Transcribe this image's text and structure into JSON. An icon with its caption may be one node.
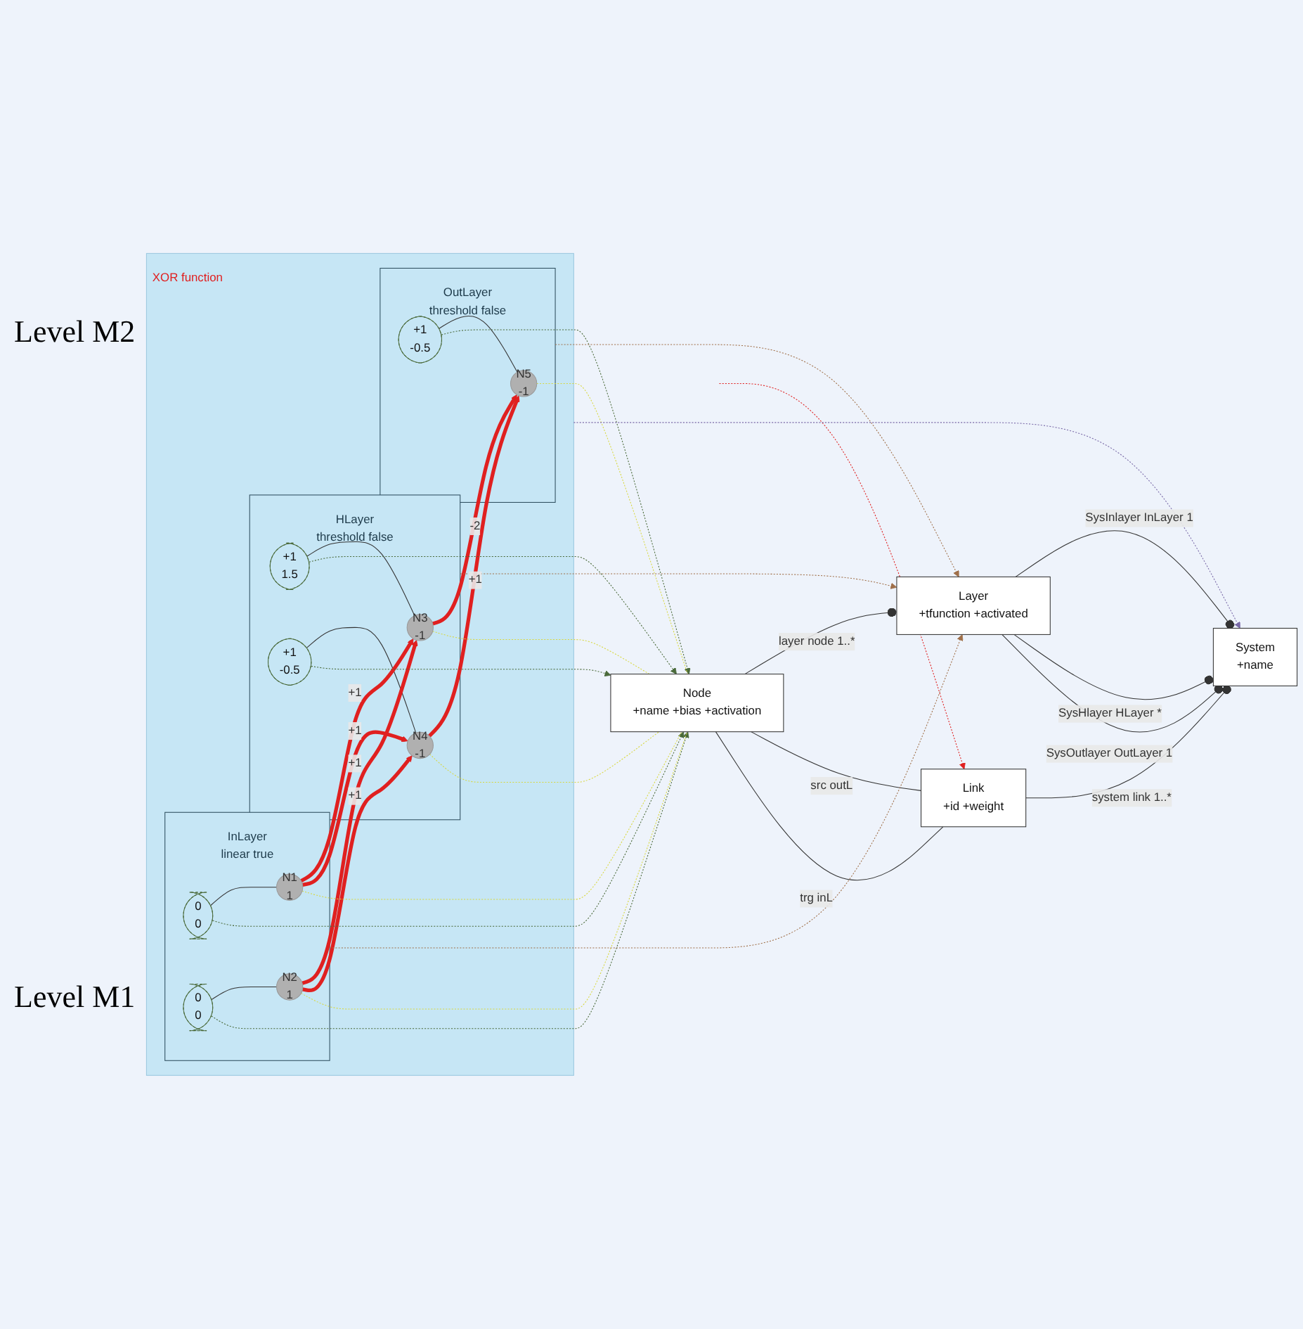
{
  "diagram": {
    "nodes": [
      {
        "text": [
          "System",
          "+name"
        ]
      },
      {
        "text": [
          "Layer",
          "+tfunction +activated"
        ]
      },
      {
        "text": [
          "Node",
          "+name +bias +activation"
        ]
      },
      {
        "text": [
          "Link",
          "+id +weight"
        ]
      },
      {
        "text": [
          "XOR function"
        ]
      },
      {
        "text": [
          "InLayer",
          "linear true"
        ],
        "in": 4
      },
      {
        "text": [
          "0",
          "0"
        ],
        "in": 5
      },
      {
        "text": [
          "N1",
          "1"
        ],
        "in": 5
      },
      {
        "text": [
          "0",
          "0"
        ],
        "in": 5
      },
      {
        "text": [
          "N2",
          "1"
        ],
        "in": 5
      },
      {
        "text": [
          "HLayer",
          "threshold false"
        ],
        "in": 4
      },
      {
        "text": [
          "+1",
          "1.5"
        ],
        "in": 10
      },
      {
        "text": [
          "N3",
          "-1"
        ],
        "in": 10
      },
      {
        "text": [
          "+1",
          "-0.5"
        ],
        "in": 10
      },
      {
        "text": [
          "N4",
          "-1"
        ],
        "in": 10
      },
      {
        "text": [
          "OutLayer",
          "threshold false"
        ],
        "in": 4
      },
      {
        "text": [
          "+1",
          "-0.5"
        ],
        "in": 15
      },
      {
        "text": [
          "N5",
          "-1"
        ],
        "in": 15
      }
    ],
    "edges": [
      {
        "from": 1,
        "to": 0,
        "arrow": "other",
        "label": "SysInlayer InLayer 1"
      },
      {
        "from": 1,
        "to": 0,
        "arrow": "other",
        "label": "SysHlayer HLayer *"
      },
      {
        "from": 1,
        "to": 0,
        "arrow": "other",
        "label": "SysOutlayer OutLayer 1"
      },
      {
        "from": 2,
        "to": 1,
        "arrow": "other",
        "label": "layer node 1..*"
      },
      {
        "from": 2,
        "to": 3,
        "arrow": "none",
        "label": "src outL"
      },
      {
        "from": 2,
        "to": 3,
        "arrow": "none",
        "label": "trg inL"
      },
      {
        "from": 3,
        "to": 0,
        "arrow": "other",
        "label": "system link 1..*"
      },
      {
        "from": 5,
        "to": 1,
        "arrow": "to",
        "style": "dashed",
        "color": "#a0704a"
      },
      {
        "from": 10,
        "to": 1,
        "arrow": "to",
        "style": "dashed",
        "color": "#a0704a"
      },
      {
        "from": 15,
        "to": 1,
        "arrow": "to",
        "style": "dashed",
        "color": "#a0704a"
      },
      {
        "from": 4,
        "to": 0,
        "arrow": "to",
        "style": "dashed",
        "color": "#7a6aa8"
      },
      {
        "from": null,
        "to": 3,
        "arrow": "to",
        "style": "dashed",
        "color": "#e02020"
      },
      {
        "from": 6,
        "to": 7,
        "arrow": "none"
      },
      {
        "from": 8,
        "to": 9,
        "arrow": "none"
      },
      {
        "from": 11,
        "to": 12,
        "arrow": "none"
      },
      {
        "from": 13,
        "to": 14,
        "arrow": "none"
      },
      {
        "from": 16,
        "to": 17,
        "arrow": "none"
      },
      {
        "from": 7,
        "to": 12,
        "arrow": "to",
        "label": "+1",
        "style": "thick",
        "color": "#e02020"
      },
      {
        "from": 7,
        "to": 14,
        "arrow": "to",
        "label": "+1",
        "style": "thick",
        "color": "#e02020"
      },
      {
        "from": 9,
        "to": 12,
        "arrow": "to",
        "label": "+1",
        "style": "thick",
        "color": "#e02020"
      },
      {
        "from": 9,
        "to": 14,
        "arrow": "to",
        "label": "+1",
        "style": "thick",
        "color": "#e02020"
      },
      {
        "from": 12,
        "to": 17,
        "arrow": "to",
        "label": "-2",
        "style": "thick",
        "color": "#e02020"
      },
      {
        "from": 14,
        "to": 17,
        "arrow": "to",
        "label": "+1",
        "style": "thick",
        "color": "#e02020"
      },
      {
        "from": 6,
        "to": 2,
        "arrow": "to",
        "style": "dashed",
        "color": "#4a6a3a"
      },
      {
        "from": 8,
        "to": 2,
        "arrow": "to",
        "style": "dashed",
        "color": "#4a6a3a"
      },
      {
        "from": 11,
        "to": 2,
        "arrow": "to",
        "style": "dashed",
        "color": "#4a6a3a"
      },
      {
        "from": 13,
        "to": 2,
        "arrow": "to",
        "style": "dashed",
        "color": "#4a6a3a"
      },
      {
        "from": 16,
        "to": 2,
        "arrow": "to",
        "style": "dashed",
        "color": "#4a6a3a"
      },
      {
        "from": 7,
        "to": 2,
        "arrow": "none",
        "style": "dashed",
        "color": "#d8d840"
      },
      {
        "from": 9,
        "to": 2,
        "arrow": "none",
        "style": "dashed",
        "color": "#d8d840"
      },
      {
        "from": 12,
        "to": 2,
        "arrow": "none",
        "style": "dashed",
        "color": "#d8d840"
      },
      {
        "from": 14,
        "to": 2,
        "arrow": "none",
        "style": "dashed",
        "color": "#d8d840"
      },
      {
        "from": 17,
        "to": 2,
        "arrow": "none",
        "style": "dashed",
        "color": "#d8d840"
      }
    ],
    "labels": [
      "Level M2",
      "Level M1"
    ]
  }
}
